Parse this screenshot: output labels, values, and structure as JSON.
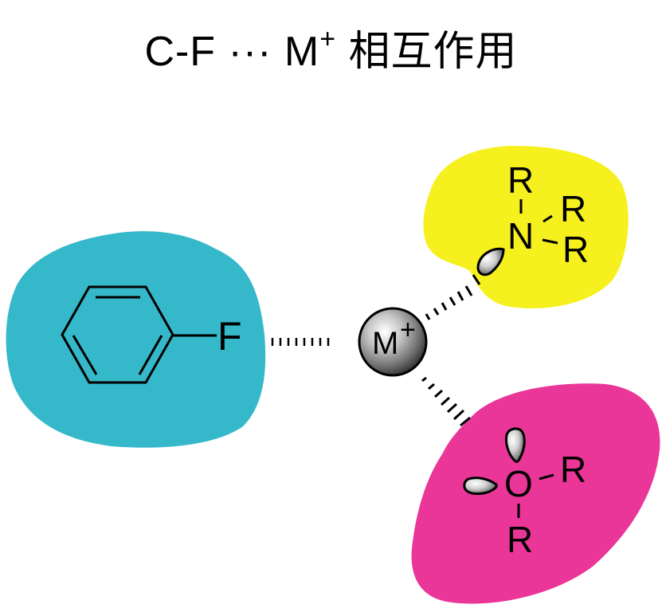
{
  "title": {
    "prefix": "C-F ··· M",
    "superscript": "+",
    "suffix": " 相互作用"
  },
  "colors": {
    "aryl_region": "#35b8c9",
    "amine_region": "#f6f11e",
    "ether_region": "#ea3698",
    "metal_sphere": "#8a8a8a",
    "bond": "#000000"
  },
  "fluoroarene": {
    "atom": "F"
  },
  "metal": {
    "symbol": "M",
    "charge": "+"
  },
  "amine": {
    "center": "N",
    "substituents": [
      "R",
      "R",
      "R"
    ]
  },
  "ether": {
    "center": "O",
    "substituents": [
      "R",
      "R"
    ]
  }
}
